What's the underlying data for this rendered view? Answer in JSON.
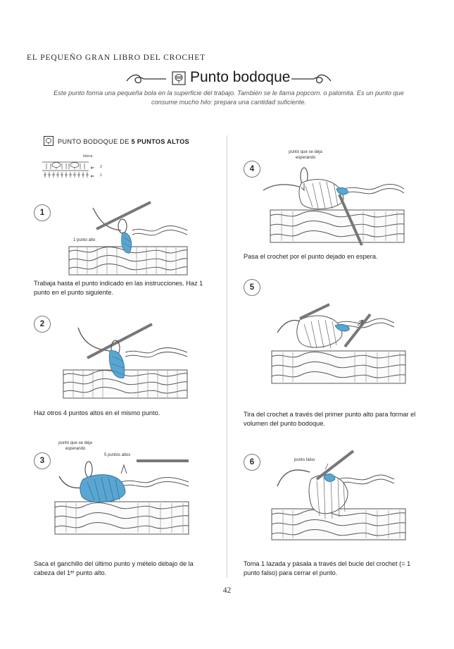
{
  "running_head": "EL PEQUEÑO GRAN LIBRO DEL CROCHET",
  "title": "Punto bodoque",
  "intro": "Este punto forma una pequeña bola en la superficie del trabajo. También se le llama popcorn. o palomita. Es un punto que consume mucho hilo: prepara una cantidad suficiente.",
  "section_head": {
    "prefix": "PUNTO BODOQUE DE ",
    "bold": "5 PUNTOS ALTOS"
  },
  "chart_key": {
    "row_label": "hilera",
    "row2": "2",
    "row1": "1"
  },
  "steps": [
    {
      "number": "1",
      "caption": "Trabaja hasta el punto indicado en las instrucciones. Haz 1 punto en el punto siguiente.",
      "labels": [
        "1 punto alto"
      ]
    },
    {
      "number": "2",
      "caption": "Haz otros 4 puntos altos en el mismo punto.",
      "labels": []
    },
    {
      "number": "3",
      "caption": "Saca el ganchillo del último punto y mételo debajo de la cabeza del 1ᵉʳ punto alto.",
      "labels": [
        "punto que se deja esperando",
        "5 puntos altos"
      ]
    },
    {
      "number": "4",
      "caption": "Pasa el crochet por el punto dejado en espera.",
      "labels": [
        "punto que se deja esperando"
      ]
    },
    {
      "number": "5",
      "caption": "Tira del crochet a través del primer punto alto para formar el volumen del punto bodoque.",
      "labels": []
    },
    {
      "number": "6",
      "caption": "Toma 1 lazada y pásala a través del bucle del crochet (= 1 punto falso) para cerrar el punto.",
      "labels": [
        "punto falso"
      ]
    }
  ],
  "page_number": "42",
  "colors": {
    "accent_blue": "#5aa6d2",
    "line": "#555555"
  }
}
